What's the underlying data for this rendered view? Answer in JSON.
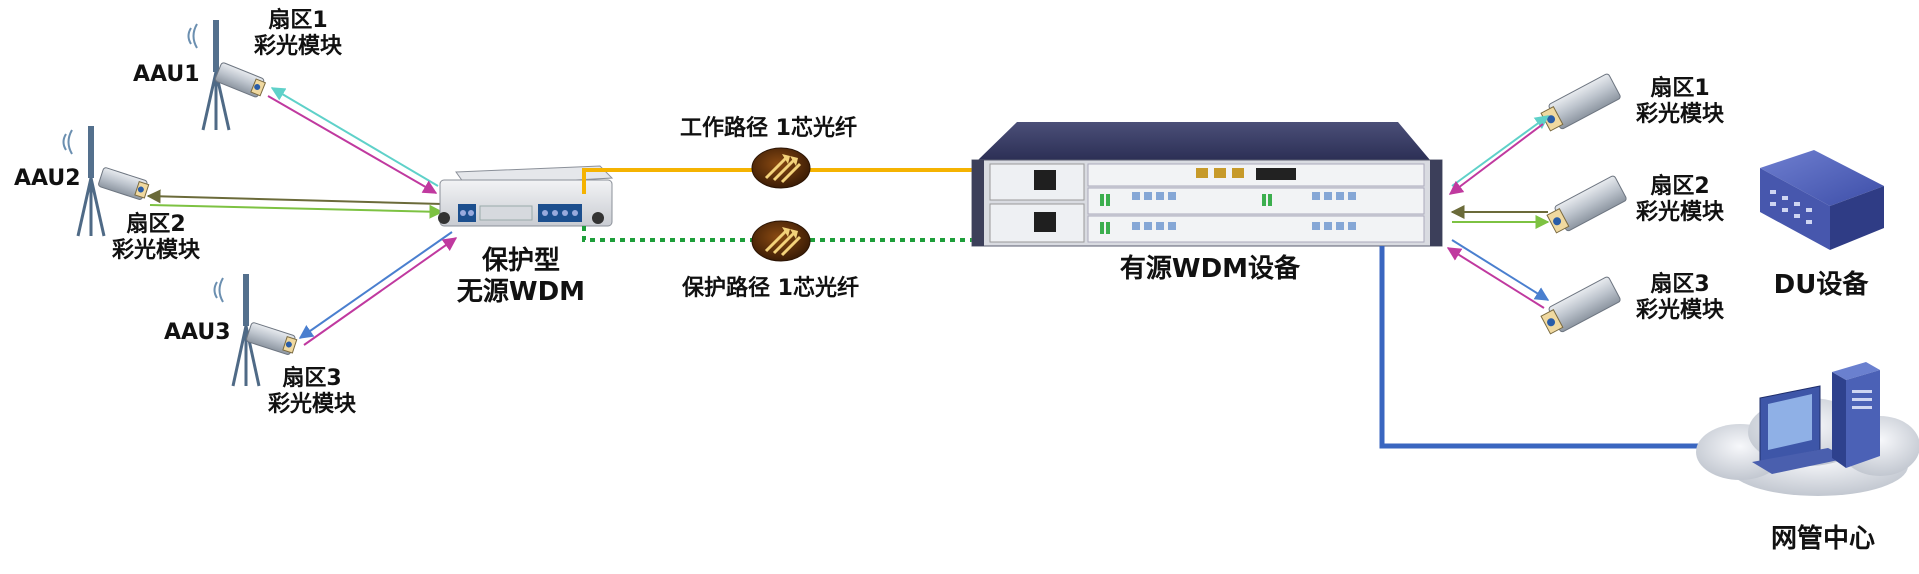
{
  "left": {
    "aau1": {
      "name": "AAU1",
      "sector": "扇区1",
      "module": "彩光模块"
    },
    "aau2": {
      "name": "AAU2",
      "sector": "扇区2",
      "module": "彩光模块"
    },
    "aau3": {
      "name": "AAU3",
      "sector": "扇区3",
      "module": "彩光模块"
    }
  },
  "passive_wdm": {
    "line1": "保护型",
    "line2": "无源WDM"
  },
  "paths": {
    "working": "工作路径 1芯光纤",
    "protection": "保护路径 1芯光纤"
  },
  "active_wdm": {
    "label": "有源WDM设备"
  },
  "right": {
    "s1": {
      "sector": "扇区1",
      "module": "彩光模块"
    },
    "s2": {
      "sector": "扇区2",
      "module": "彩光模块"
    },
    "s3": {
      "sector": "扇区3",
      "module": "彩光模块"
    }
  },
  "du": {
    "label": "DU设备"
  },
  "nms": {
    "label": "网管中心"
  },
  "colors": {
    "working_fiber": "#F5B301",
    "protection_fiber": "#1E9E3A",
    "nms_link": "#3A66C0",
    "cyan": "#5FD1C9",
    "magenta": "#C0399F",
    "olive": "#6B6B3A",
    "green": "#7DC242",
    "blue": "#4A7FCF"
  },
  "icons": [
    "antenna-icon",
    "sfp-module-icon",
    "fiber-path-icon",
    "wdm-box-icon",
    "rack-device-icon",
    "server-icon",
    "computer-icon",
    "cloud-icon"
  ]
}
